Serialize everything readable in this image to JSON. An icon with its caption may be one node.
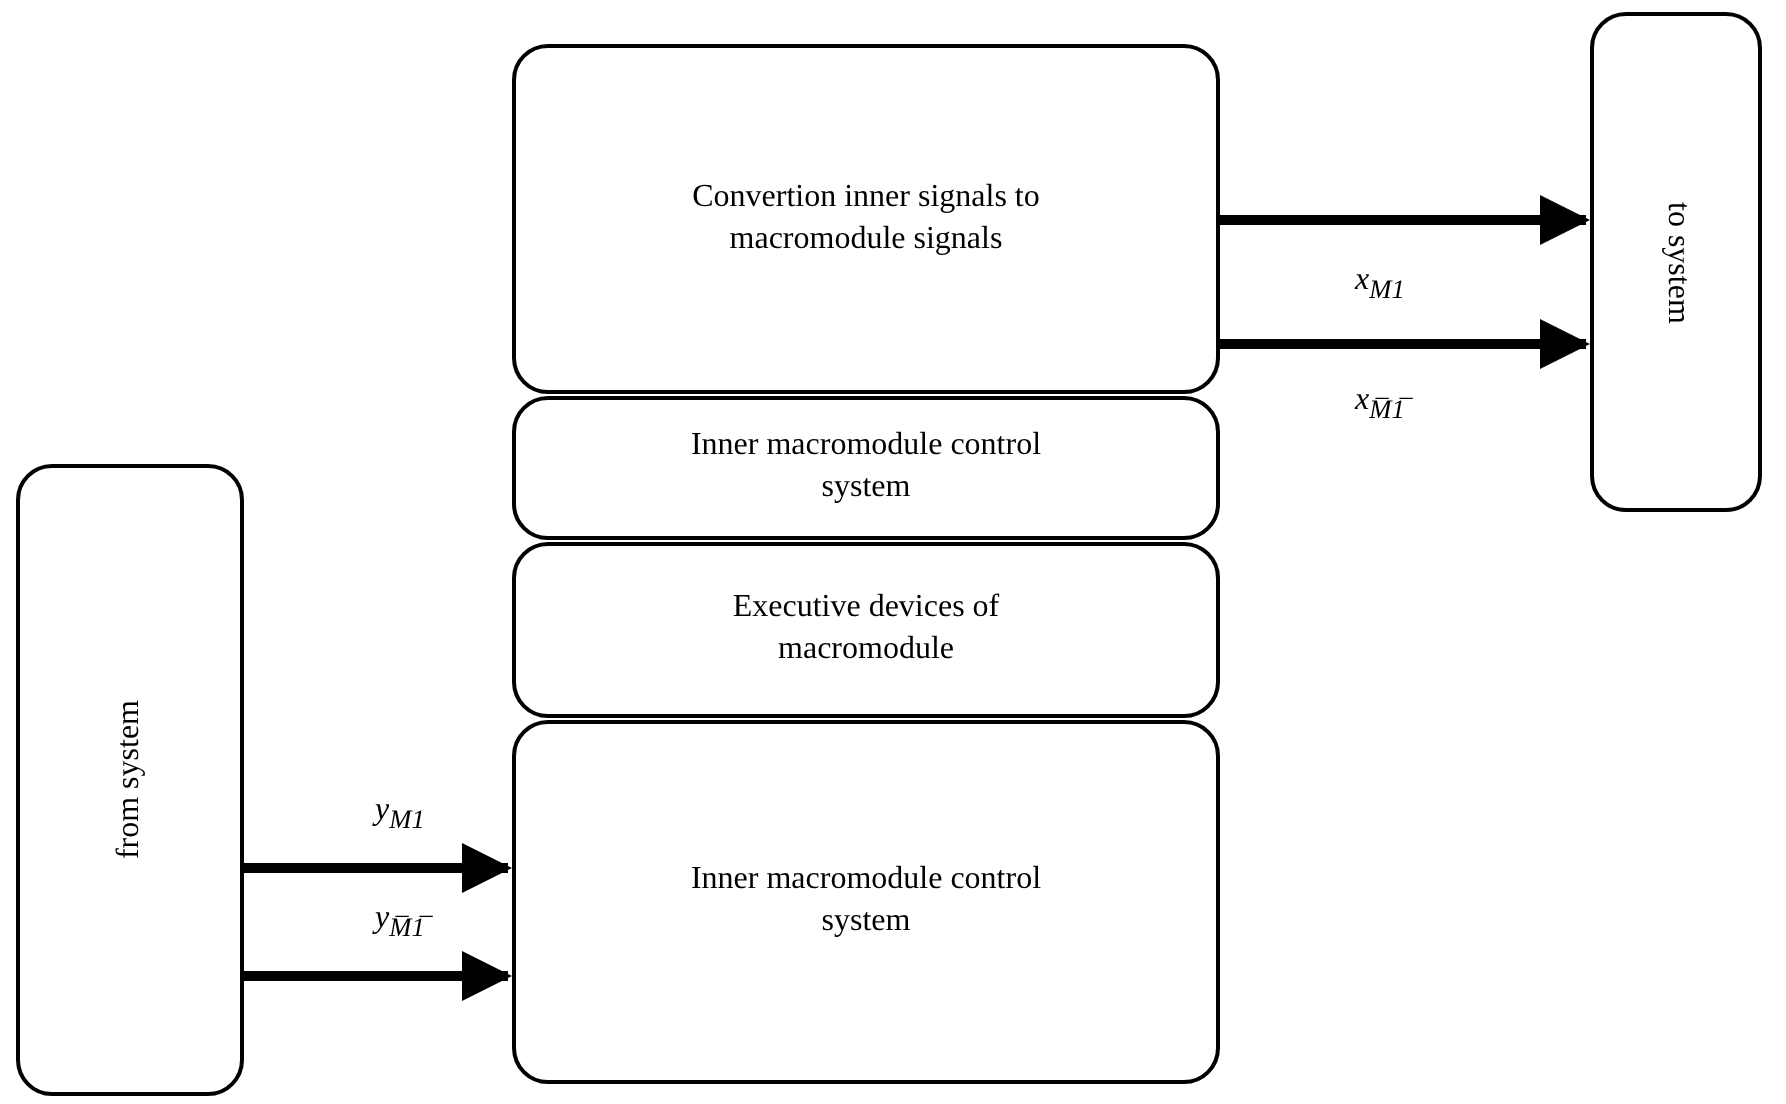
{
  "diagram": {
    "nodes": [
      {
        "text": [
          "Convertion inner signals to macromodule signals"
        ]
      },
      {
        "text": [
          "to system"
        ]
      },
      {
        "text": [
          "Inner macromodule control system"
        ]
      },
      {
        "text": [
          "Executive devices of macromodule"
        ]
      },
      {
        "text": [
          "from system"
        ]
      },
      {
        "text": [
          "Inner macromodule control system"
        ]
      }
    ],
    "edges": [
      {
        "from": 0,
        "to": 1,
        "arrow": "to",
        "label": "x$_{M1}$"
      },
      {
        "from": 0,
        "to": 1,
        "arrow": "to",
        "label": "x$_{M̅1̅}$"
      },
      {
        "from": 4,
        "to": 5,
        "arrow": "to",
        "label": "y$_{M1}$"
      },
      {
        "from": 4,
        "to": 5,
        "arrow": "to",
        "label": "y$_{M̅1̅}$"
      }
    ]
  }
}
